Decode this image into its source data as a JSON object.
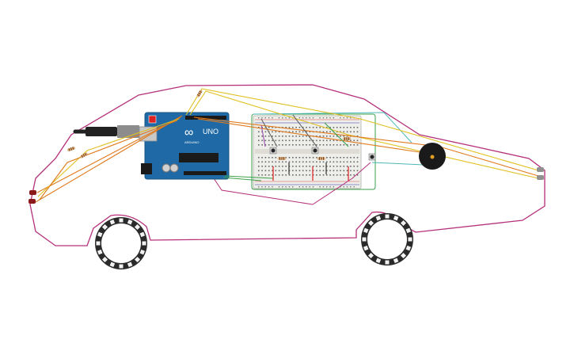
{
  "board": {
    "model_label": "UNO",
    "brand_label": "ARDUINO",
    "logo_text": "∞"
  },
  "colors": {
    "car_outline": "#b5307a",
    "board_blue": "#1f6aa6",
    "board_dark": "#175584",
    "wire_orange": "#e07a1c",
    "wire_yellow": "#e0c020",
    "wire_green": "#3aa04a",
    "wire_teal": "#4fb8b8",
    "wire_purple": "#9b4fb0",
    "breadboard": "#eeeeea",
    "buzzer": "#1a1a1a",
    "neopixel_ring": "#2a2a2a",
    "led_red": "#8a1a1a",
    "led_gray": "#909090"
  },
  "components": {
    "rear_leds": [
      "red-led",
      "red-led"
    ],
    "front_leds": [
      "gray-led",
      "gray-led"
    ],
    "wheels": [
      "neopixel-ring",
      "neopixel-ring"
    ],
    "pushbuttons": 3,
    "resistors": 6
  }
}
